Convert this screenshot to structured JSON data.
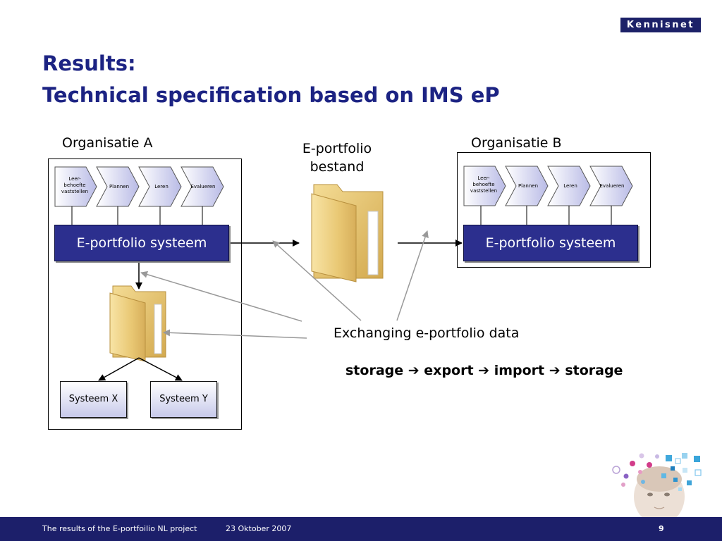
{
  "logo": {
    "text": "Kennisnet"
  },
  "title": {
    "line1": "Results:",
    "line2": "Technical specification based on IMS eP"
  },
  "org_a": {
    "label": "Organisatie A",
    "process_steps": [
      "Leer-\nbehoefte\nvaststellen",
      "Plannen",
      "Leren",
      "Evalueren"
    ],
    "system_label": "E-portfolio systeem",
    "sub_systems": [
      "Systeem X",
      "Systeem Y"
    ]
  },
  "org_b": {
    "label": "Organisatie B",
    "process_steps": [
      "Leer-\nbehoefte\nvaststellen",
      "Plannen",
      "Leren",
      "Evalueren"
    ],
    "system_label": "E-portfolio systeem"
  },
  "file": {
    "label_line1": "E-portfolio",
    "label_line2": "bestand"
  },
  "exchange_label": "Exchanging e-portfolio data",
  "storage_flow": {
    "steps": [
      "storage",
      "export",
      "import",
      "storage"
    ],
    "separator": "➔"
  },
  "footer": {
    "title": "The results of the E-portfoilio NL project",
    "date": "23 Oktober 2007",
    "page": "9"
  },
  "colors": {
    "title": "#1c2383",
    "system_box": "#2c2f8e",
    "footer": "#1c1f6a",
    "folder": "#e9c874"
  }
}
